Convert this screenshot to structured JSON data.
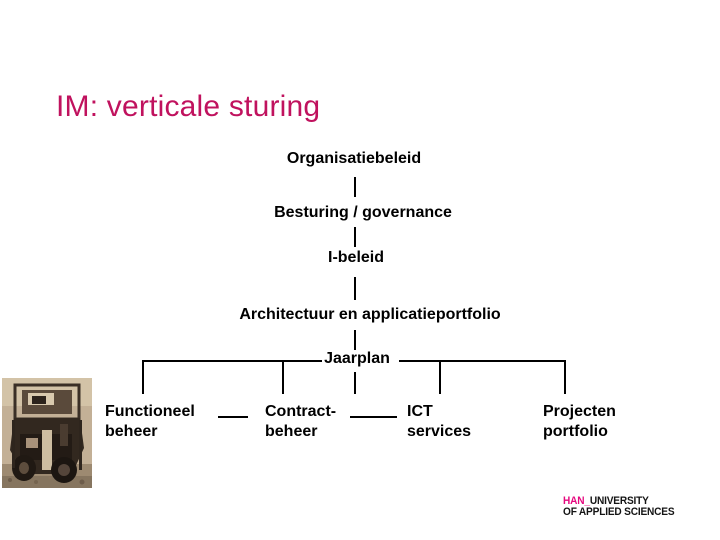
{
  "title": {
    "text": "IM: verticale sturing",
    "color": "#C0125E"
  },
  "org_chart": {
    "chain": [
      "Organisatiebeleid",
      "Besturing / governance",
      "I-beleid",
      "Architectuur en applicatieportfolio",
      "Jaarplan"
    ],
    "leaves": [
      {
        "line1": "Functioneel",
        "line2": "beheer"
      },
      {
        "line1": "Contract-",
        "line2": "beheer"
      },
      {
        "line1": "ICT",
        "line2": "services"
      },
      {
        "line1": "Projecten",
        "line2": "portfolio"
      }
    ],
    "line_color": "#000000",
    "text_color": "#000000"
  },
  "footer": {
    "logo": {
      "brand": "HAN_",
      "line1_rest": "UNIVERSITY",
      "line2": "OF APPLIED SCIENCES",
      "brand_color": "#E5087E",
      "text_color": "#141414"
    }
  },
  "images": {
    "bottom_left_photo": "vintage-truck-photo"
  }
}
